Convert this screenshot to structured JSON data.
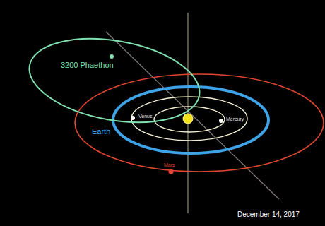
{
  "diagram": {
    "labels": [
      "3200 Phaethon",
      "Earth",
      "Venus",
      "Mercury",
      "Mars",
      "December 14, 2017"
    ]
  }
}
